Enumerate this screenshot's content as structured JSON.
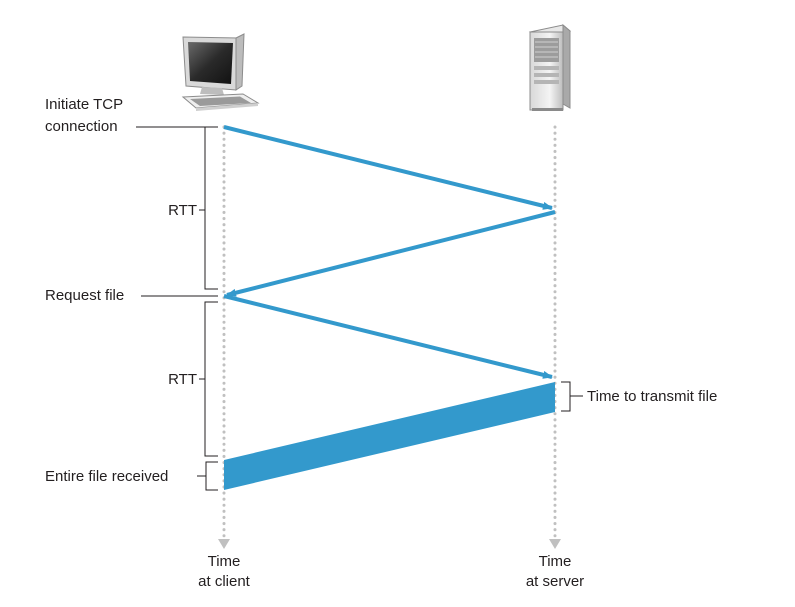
{
  "labels": {
    "initiate_line1": "Initiate TCP",
    "initiate_line2": "connection",
    "rtt_1": "RTT",
    "request_file": "Request file",
    "rtt_2": "RTT",
    "entire_file_received": "Entire file received",
    "time_to_transmit": "Time to transmit file",
    "client_time_line1": "Time",
    "client_time_line2": "at client",
    "server_time_line1": "Time",
    "server_time_line2": "at server"
  },
  "icons": {
    "client": "desktop-computer-icon",
    "server": "server-tower-icon"
  },
  "colors": {
    "arrow": "#3399cc",
    "timeline_dots": "#c0c0c0",
    "bracket": "#231f20",
    "text": "#231f20"
  }
}
